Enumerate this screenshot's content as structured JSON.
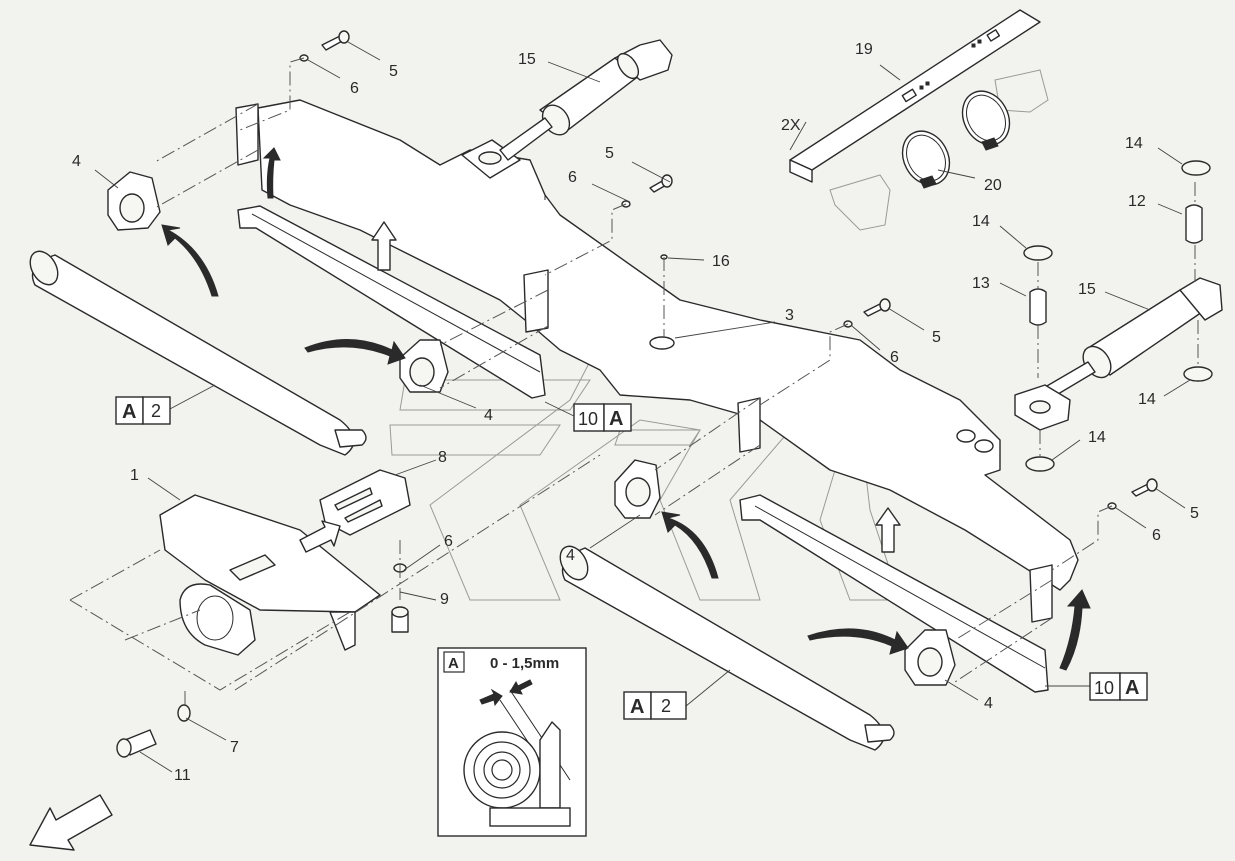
{
  "callouts": {
    "c1": "1",
    "c3": "3",
    "c4a": "4",
    "c4b": "4",
    "c4c": "4",
    "c4d": "4",
    "c5a": "5",
    "c5b": "5",
    "c5c": "5",
    "c5d": "5",
    "c6a": "6",
    "c6b": "6",
    "c6c": "6",
    "c6d": "6",
    "c6e": "6",
    "c7": "7",
    "c8": "8",
    "c9": "9",
    "c11": "11",
    "c12": "12",
    "c13": "13",
    "c14a": "14",
    "c14b": "14",
    "c14c": "14",
    "c14d": "14",
    "c15a": "15",
    "c15b": "15",
    "c16": "16",
    "c19": "19",
    "c20": "20",
    "qty_2x": "2X"
  },
  "refs": {
    "a2_left_letter": "A",
    "a2_left_num": "2",
    "a2_right_letter": "A",
    "a2_right_num": "2",
    "ten_a_center_num": "10",
    "ten_a_center_letter": "A",
    "ten_a_right_num": "10",
    "ten_a_right_letter": "A"
  },
  "detail": {
    "letter": "A",
    "clearance": "0 - 1,5mm"
  },
  "colors": {
    "line": "#2a2a2a",
    "background": "#f2f2ee",
    "ghost": "#9a9a96"
  },
  "icons": {
    "direction_arrow": "outline-arrow-down-left"
  }
}
